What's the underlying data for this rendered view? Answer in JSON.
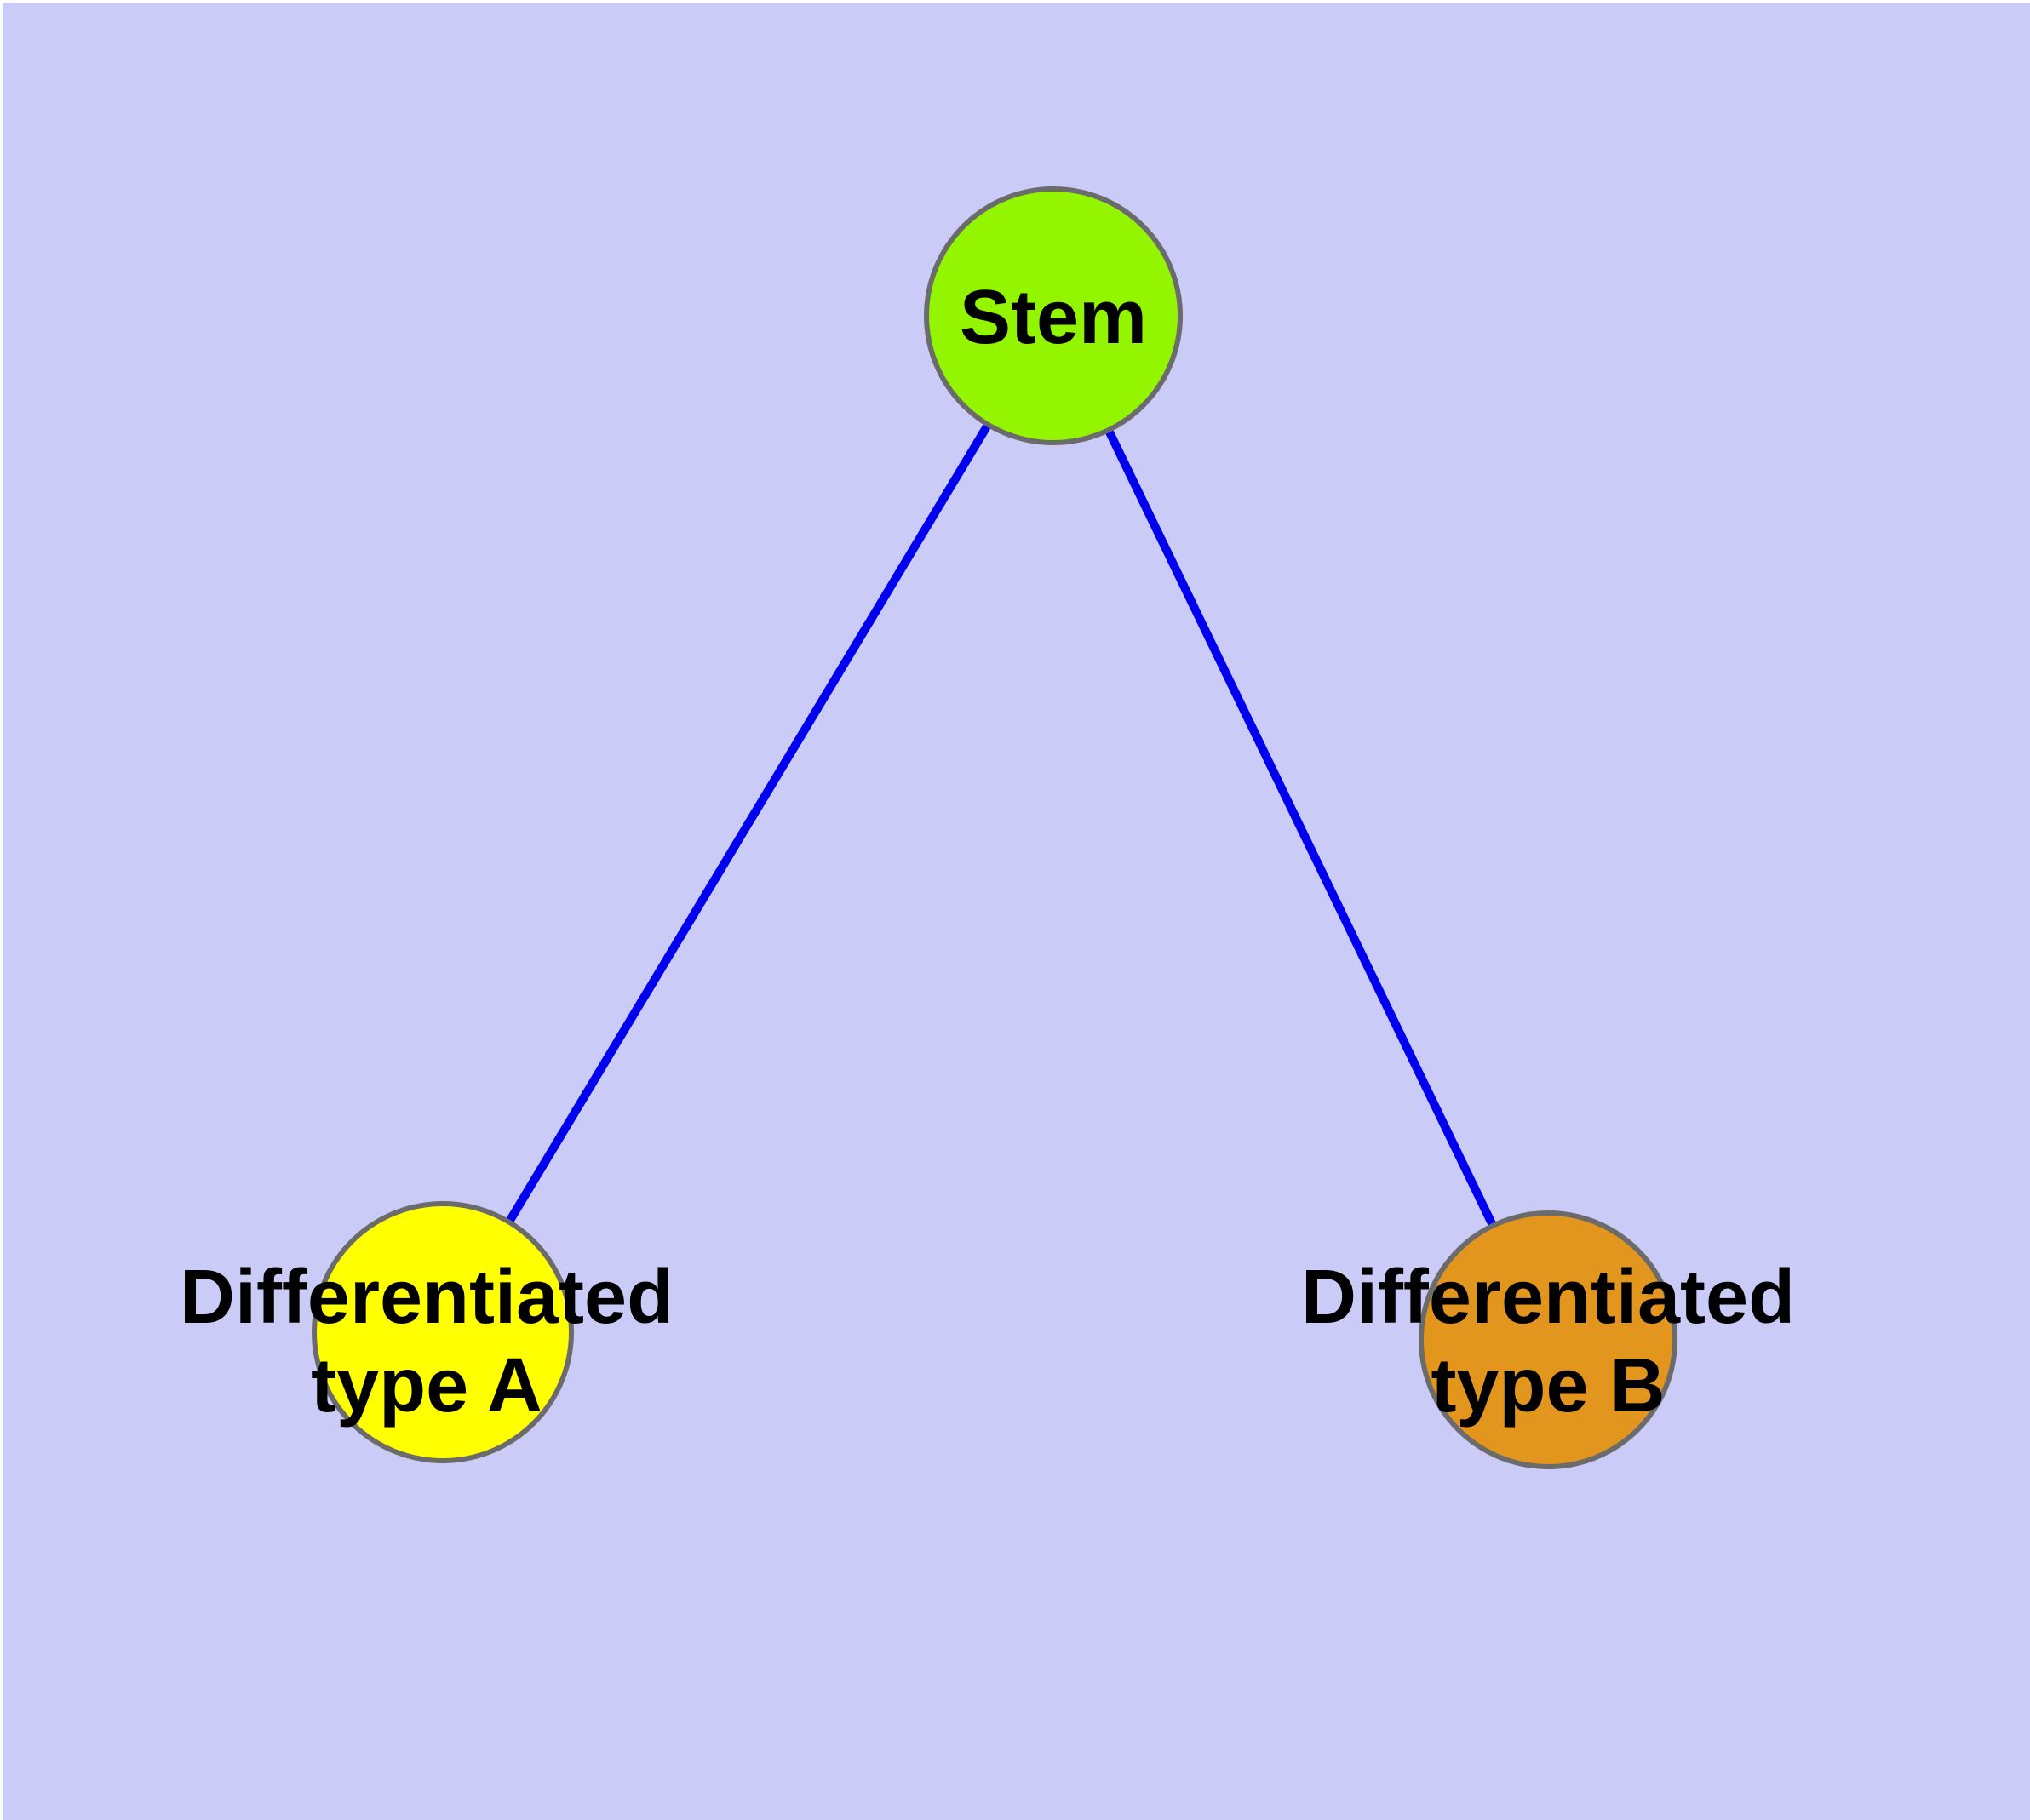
{
  "diagram": {
    "background_color": "#CBCBF8",
    "edge_color": "#0000EE",
    "node_border_color": "#6B6B6B",
    "text_color": "#000000",
    "nodes": [
      {
        "id": "stem",
        "label": "Stem",
        "fill": "#94F500"
      },
      {
        "id": "differentiated-type-a",
        "label_line1": "Differentiated",
        "label_line2": "type A",
        "fill": "#FFFF00"
      },
      {
        "id": "differentiated-type-b",
        "label_line1": "Differentiated",
        "label_line2": "type B",
        "fill": "#E2961E"
      }
    ],
    "edges": [
      {
        "from": "Stem",
        "to": "Differentiated type A"
      },
      {
        "from": "Stem",
        "to": "Differentiated type B"
      }
    ]
  }
}
